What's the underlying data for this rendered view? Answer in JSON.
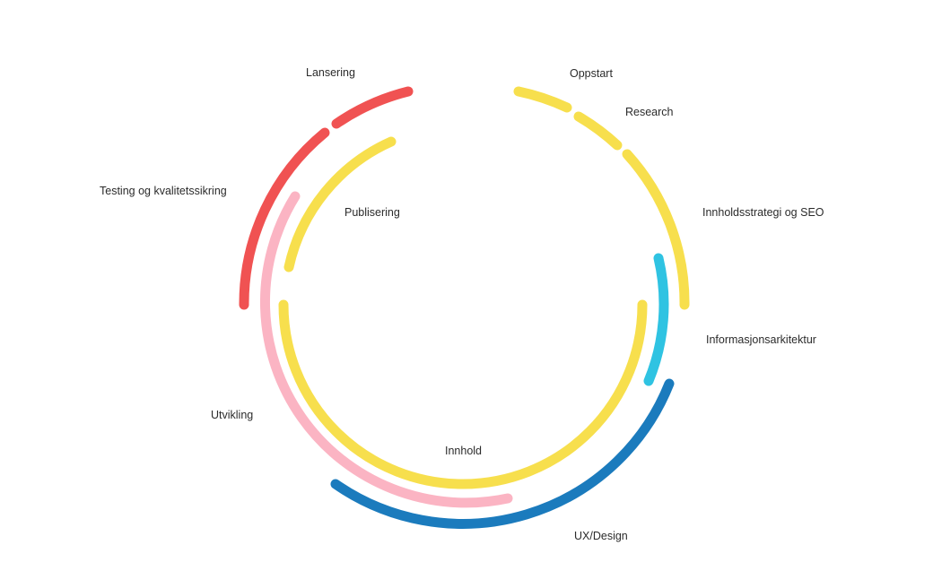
{
  "diagram": {
    "colors": {
      "red": "#f05252",
      "yellow": "#f7df4d",
      "pink": "#fbb4c3",
      "cyan": "#2fc3e2",
      "blue": "#1b7bbd"
    },
    "phases": [
      {
        "id": "oppstart",
        "label": "Oppstart",
        "color": "yellow"
      },
      {
        "id": "research",
        "label": "Research",
        "color": "yellow"
      },
      {
        "id": "innholdsstrategi",
        "label": "Innholdsstrategi og SEO",
        "color": "yellow"
      },
      {
        "id": "informasjonsarkitektur",
        "label": "Informasjonsarkitektur",
        "color": "cyan"
      },
      {
        "id": "ux-design",
        "label": "UX/Design",
        "color": "blue"
      },
      {
        "id": "utvikling",
        "label": "Utvikling",
        "color": "pink"
      },
      {
        "id": "innhold",
        "label": "Innhold",
        "color": "yellow"
      },
      {
        "id": "publisering",
        "label": "Publisering",
        "color": "yellow"
      },
      {
        "id": "testing",
        "label": "Testing og kvalitetssikring",
        "color": "red"
      },
      {
        "id": "lansering",
        "label": "Lansering",
        "color": "red"
      }
    ]
  }
}
